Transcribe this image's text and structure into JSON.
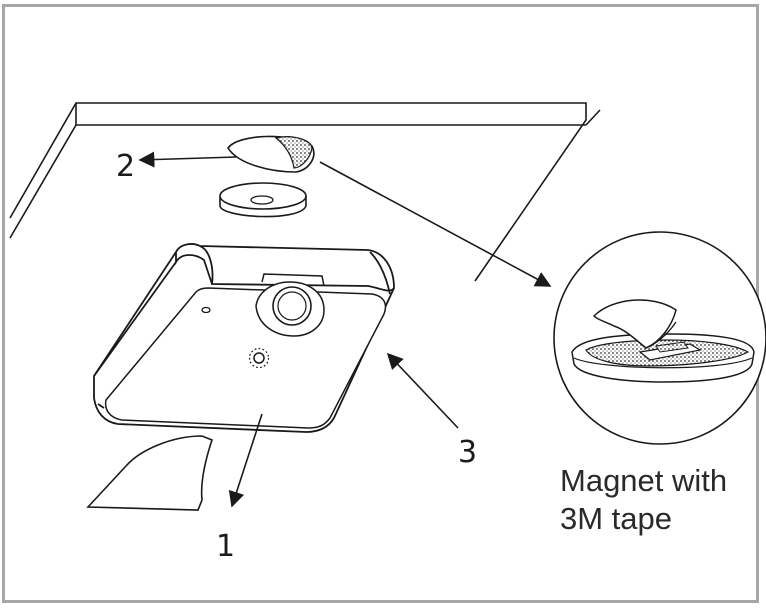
{
  "callouts": {
    "one": "1",
    "two": "2",
    "three": "3"
  },
  "caption": {
    "line1": "Magnet with",
    "line2": "3M tape"
  }
}
